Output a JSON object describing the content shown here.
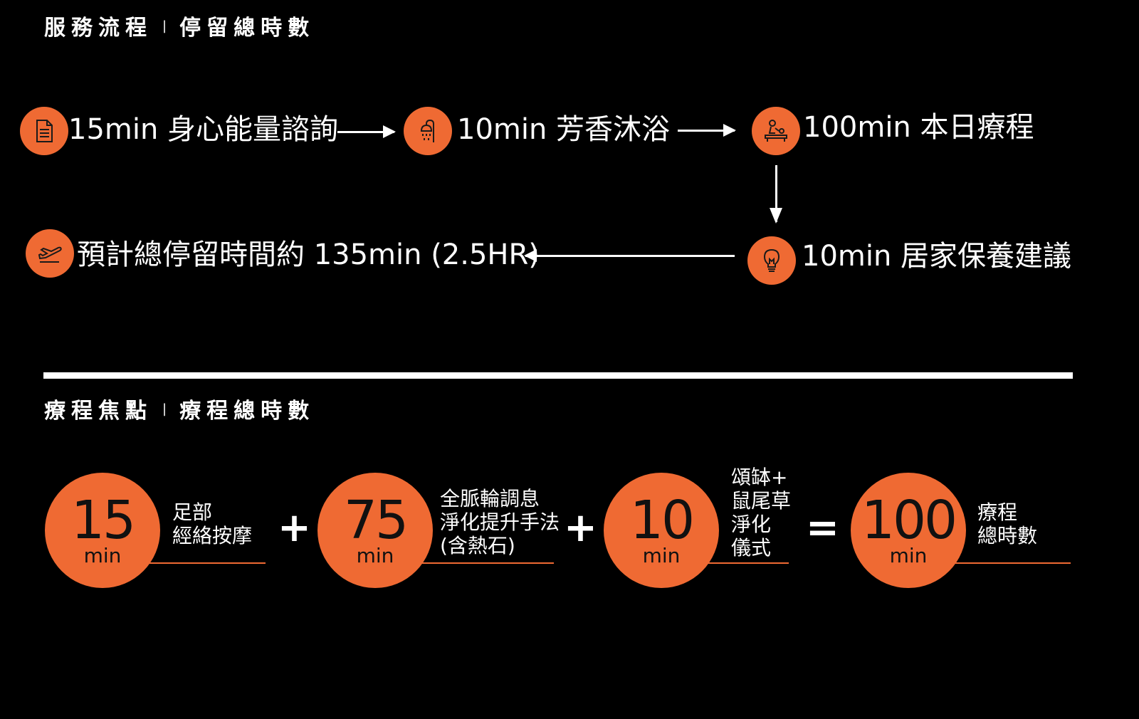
{
  "colors": {
    "accent": "#ef6a33",
    "background": "#000000",
    "text": "#ffffff"
  },
  "section1": {
    "title": "服務流程",
    "separator": "|",
    "subtitle": "停留總時數"
  },
  "flow": {
    "steps": [
      {
        "label": "15min 身心能量諮詢",
        "icon": "document-icon"
      },
      {
        "label": "10min 芳香沐浴",
        "icon": "shower-icon"
      },
      {
        "label": "100min 本日療程",
        "icon": "massage-icon"
      },
      {
        "label": "10min 居家保養建議",
        "icon": "lightbulb-icon"
      },
      {
        "label": "預計總停留時間約 135min (2.5HR)",
        "icon": "departure-plane-icon"
      }
    ]
  },
  "section2": {
    "title": "療程焦點",
    "separator": "|",
    "subtitle": "療程總時數"
  },
  "treatment": {
    "items": [
      {
        "num": "15",
        "unit": "min",
        "label_lines": [
          "足部",
          "經絡按摩"
        ]
      },
      {
        "num": "75",
        "unit": "min",
        "label_lines": [
          "全脈輪調息",
          "淨化提升手法",
          "(含熱石)"
        ]
      },
      {
        "num": "10",
        "unit": "min",
        "label_lines": [
          "頌缽+",
          "鼠尾草",
          "淨化",
          "儀式"
        ]
      },
      {
        "num": "100",
        "unit": "min",
        "label_lines": [
          "療程",
          "總時數"
        ]
      }
    ],
    "operators": [
      "+",
      "+",
      "="
    ]
  }
}
